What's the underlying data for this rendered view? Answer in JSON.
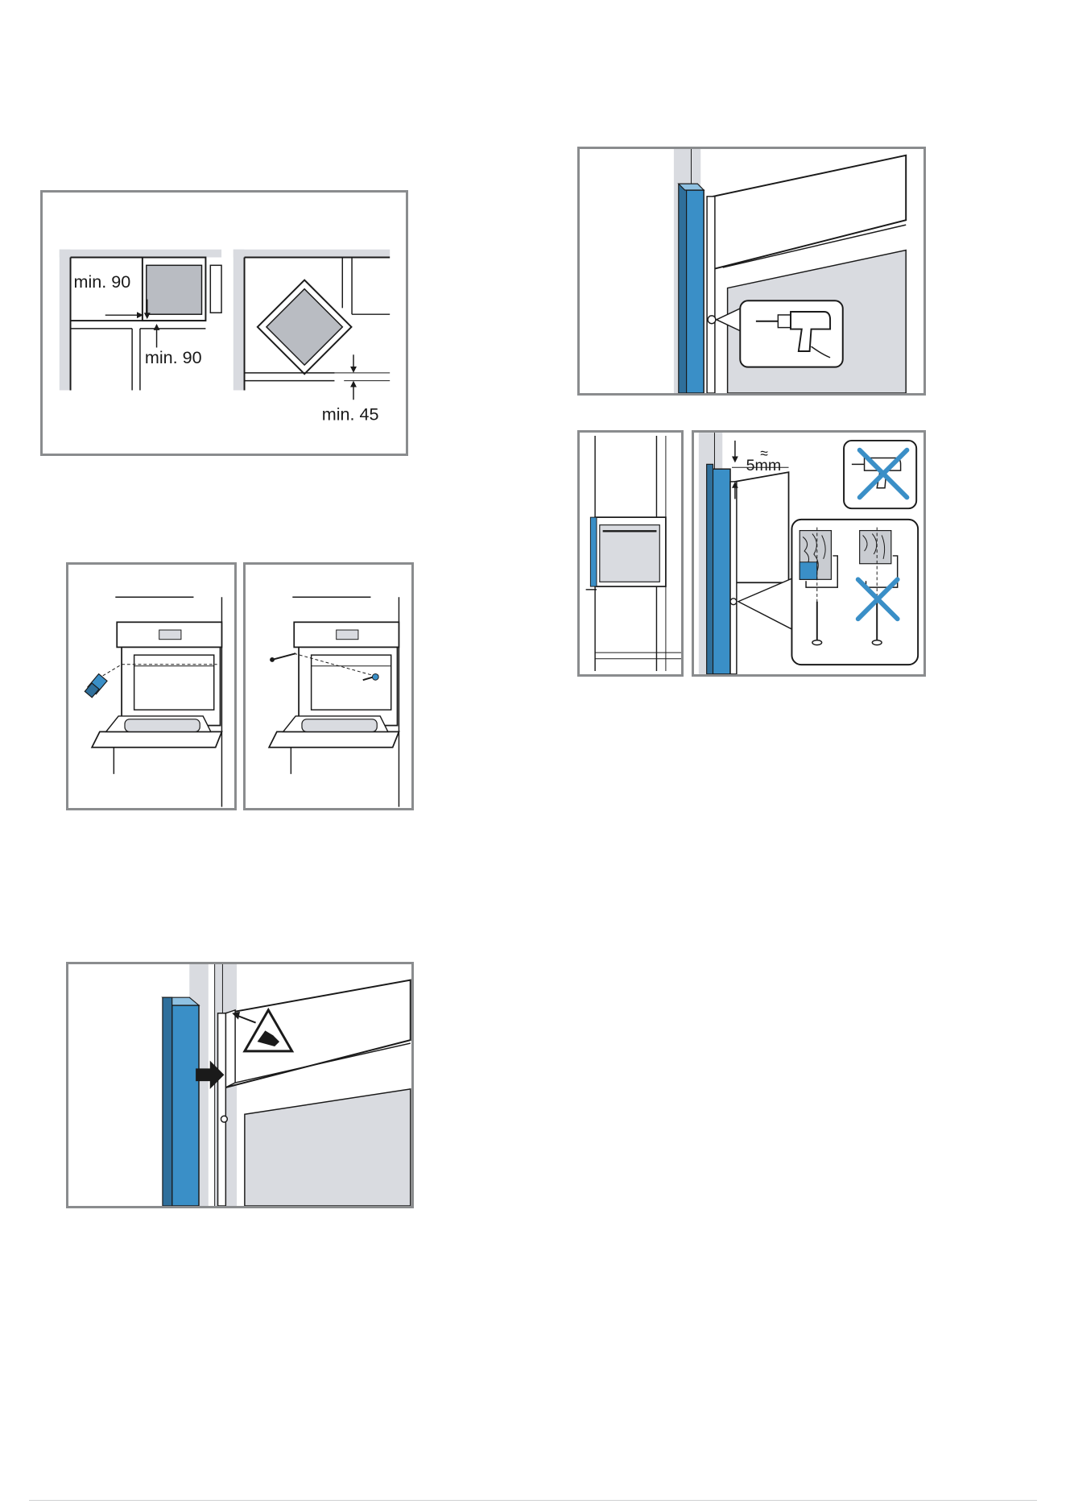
{
  "colors": {
    "frame": "#8a8c8e",
    "panel_gray": "#d9dbe0",
    "accent_blue": "#3a8fc7",
    "ink": "#1a1a1a"
  },
  "fig_clearance": {
    "left_label_horizontal": "min. 90",
    "left_label_vertical": "min. 90",
    "right_label": "min. 45"
  },
  "fig_gap": {
    "label": "5mm",
    "approx_symbol": "≈"
  },
  "icons": {
    "drill": "drill-icon",
    "warning": "hand-pinch-warning-icon",
    "cross": "cross-prohibited-icon"
  }
}
